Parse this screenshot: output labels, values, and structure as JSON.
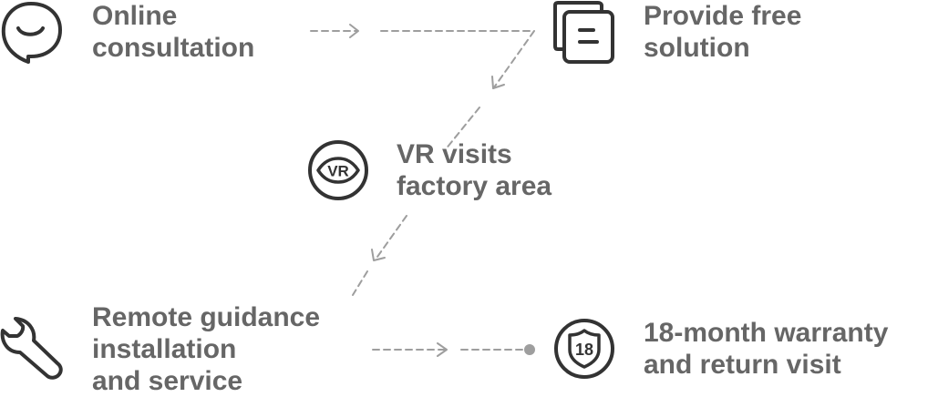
{
  "colors": {
    "text": "#666666",
    "icon": "#333333",
    "connector": "#9e9e9e"
  },
  "steps": [
    {
      "id": "online-consultation",
      "icon": "chat-bubble-smile-icon",
      "lines": [
        "Online",
        "consultation"
      ]
    },
    {
      "id": "free-solution",
      "icon": "document-stack-icon",
      "lines": [
        "Provide free",
        "solution"
      ]
    },
    {
      "id": "vr-visit",
      "icon": "vr-eye-icon",
      "lines": [
        "VR visits",
        "factory area"
      ]
    },
    {
      "id": "remote-guidance",
      "icon": "wrench-icon",
      "lines": [
        "Remote guidance",
        "installation",
        "and service"
      ]
    },
    {
      "id": "warranty",
      "icon": "shield-18-icon",
      "lines": [
        "18-month warranty",
        "and return visit"
      ]
    }
  ]
}
